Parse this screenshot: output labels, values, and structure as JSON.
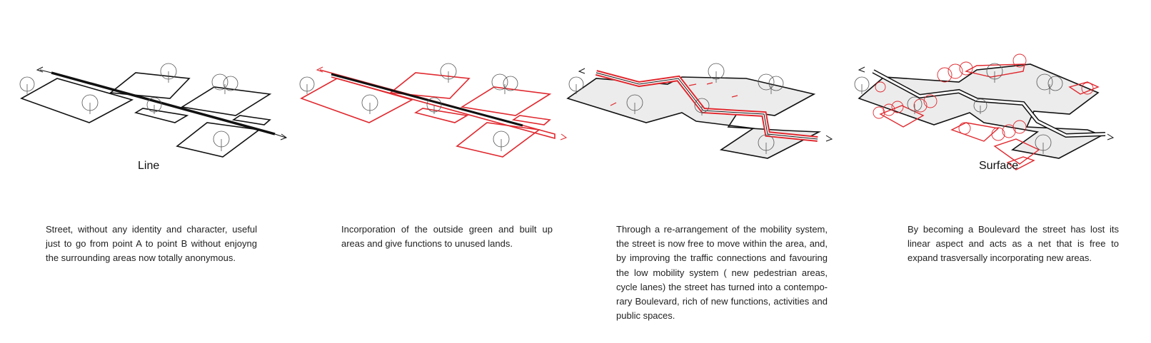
{
  "panels": [
    {
      "label": "Line",
      "caption_lines": [
        "Street, without any identity and character, useful",
        "just to go from point A to point B without enjoyng",
        "the surrounding areas now totally anonymous."
      ]
    },
    {
      "label": "",
      "caption_lines": [
        "Incorporation of the outside green and built up",
        "areas and give functions to unused lands."
      ]
    },
    {
      "label": "",
      "caption_lines": [
        "Through a re-arrangement of the mobility system,",
        "the street is now free to move within the area, and,",
        "by improving the traffic connections and favouring",
        "the low mobility system ( new pedestrian areas,",
        "cycle lanes) the street has turned into a contempo-",
        "rary Boulevard, rich of new functions, activities and",
        "public spaces."
      ]
    },
    {
      "label": "Surface",
      "caption_lines": [
        "By becoming a Boulevard the street has lost its",
        "linear aspect and acts as a net that is free to",
        "expand trasversally incorporating new areas."
      ]
    }
  ],
  "colors": {
    "line": "#111111",
    "accent_red": "#e0282e",
    "fill_grey": "#ececec",
    "tree": "#555555"
  }
}
